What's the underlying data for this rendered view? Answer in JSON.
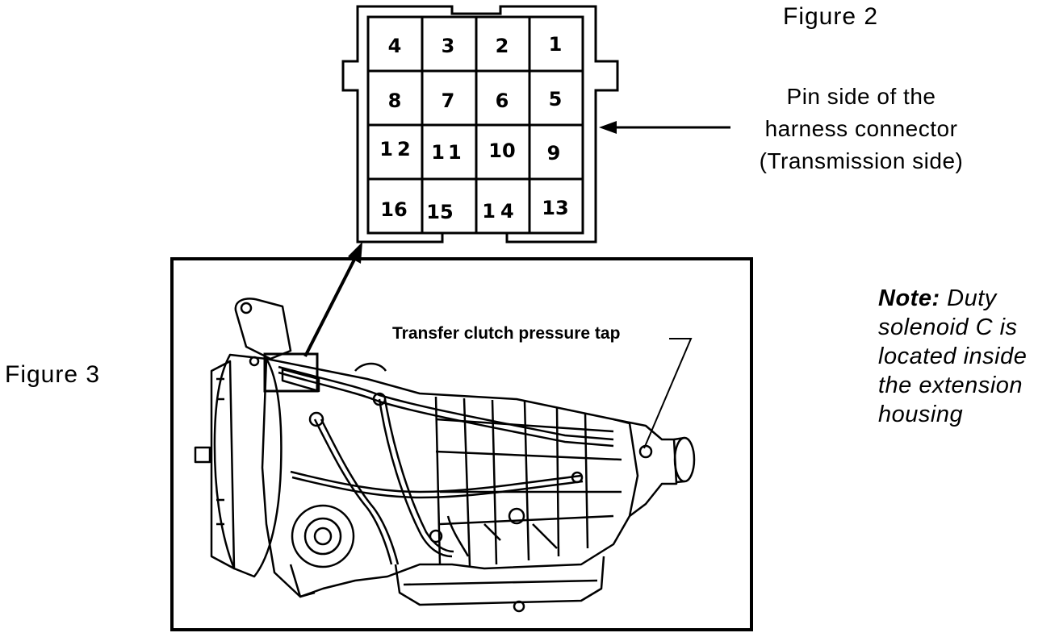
{
  "figure2": {
    "label": "Figure 2",
    "caption_lines": [
      "Pin side of the",
      "harness connector",
      "(Transmission side)"
    ]
  },
  "figure3": {
    "label": "Figure 3",
    "callout": "Transfer clutch pressure tap"
  },
  "connector": {
    "pins": [
      [
        "4",
        "3",
        "2",
        "1"
      ],
      [
        "8",
        "7",
        "6",
        "5"
      ],
      [
        "12",
        "11",
        "10",
        "9"
      ],
      [
        "16",
        "15",
        "14",
        "13"
      ]
    ]
  },
  "note": {
    "label": "Note:",
    "text_lines": [
      "Duty",
      "solenoid C is",
      "located inside",
      "the extension",
      "housing"
    ]
  }
}
